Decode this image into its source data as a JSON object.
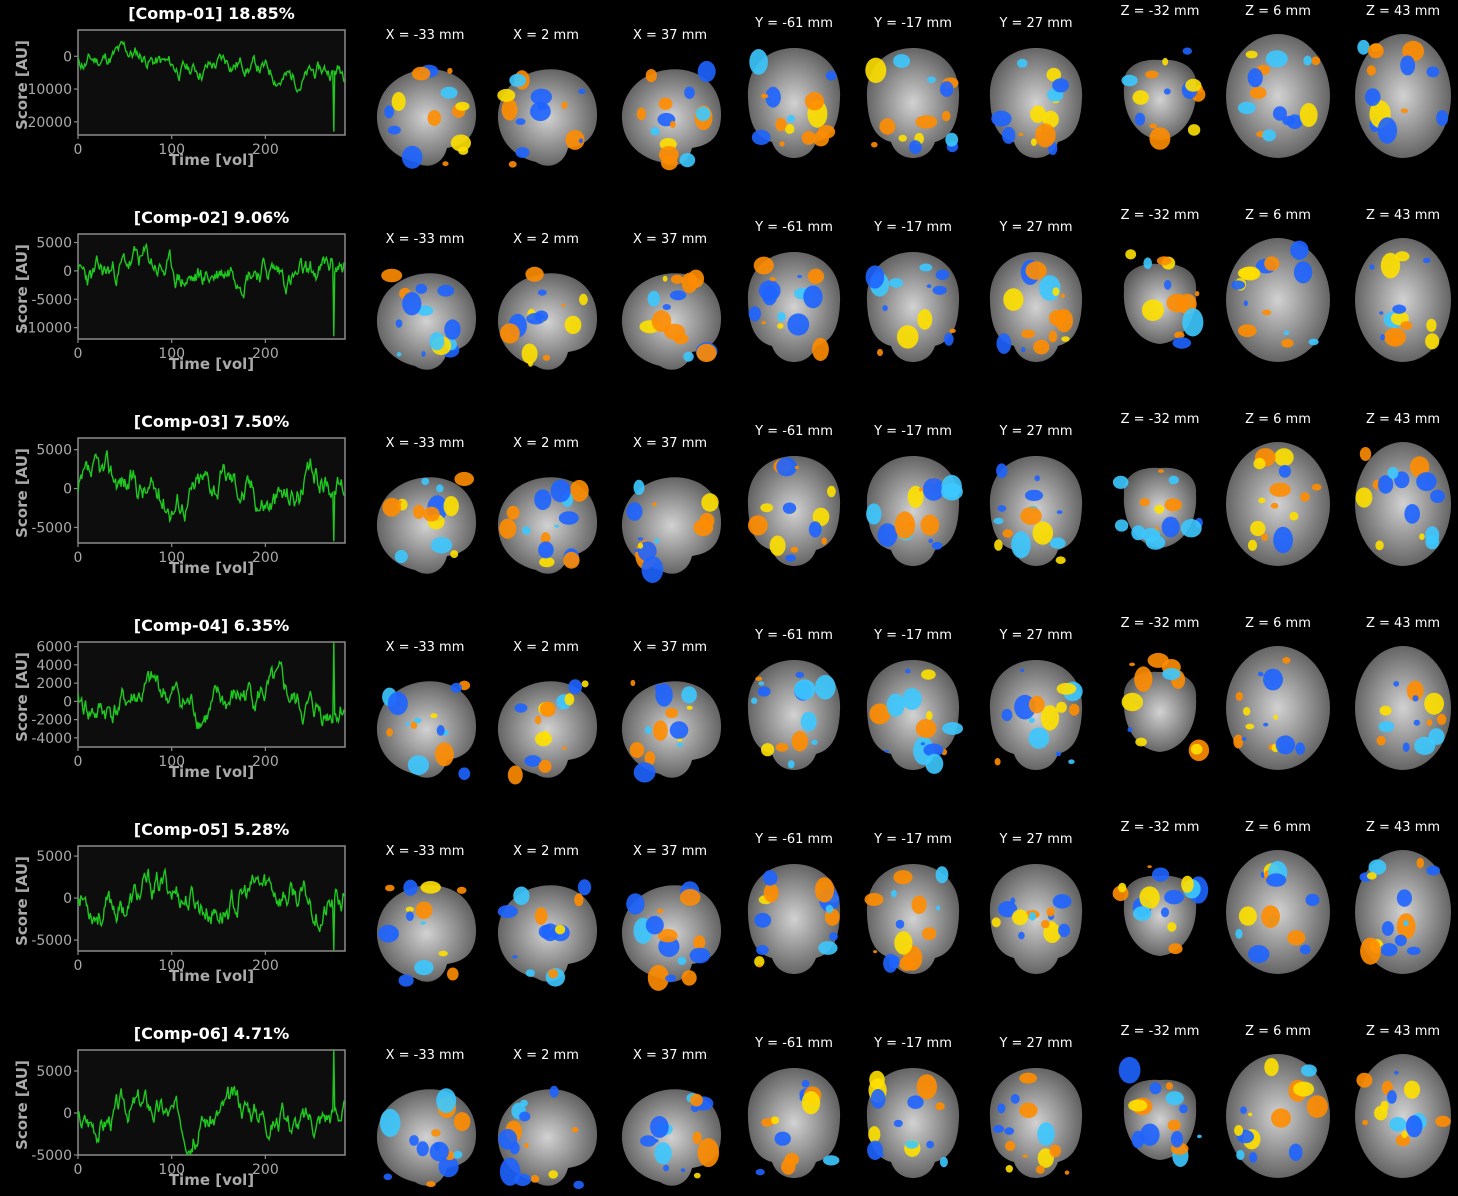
{
  "time_axis": {
    "xlabel": "Time [vol]",
    "ylabel": "Score [AU]",
    "x_ticks": [
      "0",
      "100",
      "200"
    ]
  },
  "slice_labels": [
    "X = -33 mm",
    "X = 2 mm",
    "X = 37 mm",
    "Y = -61 mm",
    "Y = -17 mm",
    "Y = 27 mm",
    "Z = -32 mm",
    "Z = 6 mm",
    "Z = 43 mm"
  ],
  "components": [
    {
      "title": "[Comp-01] 18.85%",
      "y_ticks": [
        "0",
        "-10000",
        "-20000"
      ],
      "y_tick_values": [
        0,
        -10000,
        -20000
      ],
      "ylim": [
        -24000,
        8000
      ],
      "seed": 11,
      "amp": 3000,
      "trend": -6000,
      "spike": -23000
    },
    {
      "title": "[Comp-02] 9.06%",
      "y_ticks": [
        "5000",
        "0",
        "-5000",
        "-10000"
      ],
      "y_tick_values": [
        5000,
        0,
        -5000,
        -10000
      ],
      "ylim": [
        -12000,
        6500
      ],
      "seed": 23,
      "amp": 2600,
      "trend": 0,
      "spike": -11500
    },
    {
      "title": "[Comp-03] 7.50%",
      "y_ticks": [
        "5000",
        "0",
        "-5000"
      ],
      "y_tick_values": [
        5000,
        0,
        -5000
      ],
      "ylim": [
        -7000,
        6500
      ],
      "seed": 37,
      "amp": 2200,
      "trend": 0,
      "spike": -6800
    },
    {
      "title": "[Comp-04] 6.35%",
      "y_ticks": [
        "6000",
        "4000",
        "2000",
        "0",
        "-2000",
        "-4000"
      ],
      "y_tick_values": [
        6000,
        4000,
        2000,
        0,
        -2000,
        -4000
      ],
      "ylim": [
        -5000,
        6500
      ],
      "seed": 41,
      "amp": 1800,
      "trend": 0,
      "spike": 6500
    },
    {
      "title": "[Comp-05] 5.28%",
      "y_ticks": [
        "5000",
        "0",
        "-5000"
      ],
      "y_tick_values": [
        5000,
        0,
        -5000
      ],
      "ylim": [
        -6300,
        6200
      ],
      "seed": 53,
      "amp": 2000,
      "trend": 0,
      "spike": -6200
    },
    {
      "title": "[Comp-06] 4.71%",
      "y_ticks": [
        "5000",
        "0",
        "-5000"
      ],
      "y_tick_values": [
        5000,
        0,
        -5000
      ],
      "ylim": [
        -5000,
        7500
      ],
      "seed": 67,
      "amp": 1800,
      "trend": 0,
      "spike": 7500
    }
  ],
  "colors": {
    "background": "#000000",
    "plot_bg": "#0d0d0d",
    "axis": "#8c8c8c",
    "trace": "#1ec81e",
    "positive": "#ff8c00",
    "positive_hi": "#ffe000",
    "negative": "#1e64ff",
    "negative_hi": "#3cc8ff",
    "brain_dark": "#5a5a5a",
    "brain_light": "#d2d2d2"
  }
}
